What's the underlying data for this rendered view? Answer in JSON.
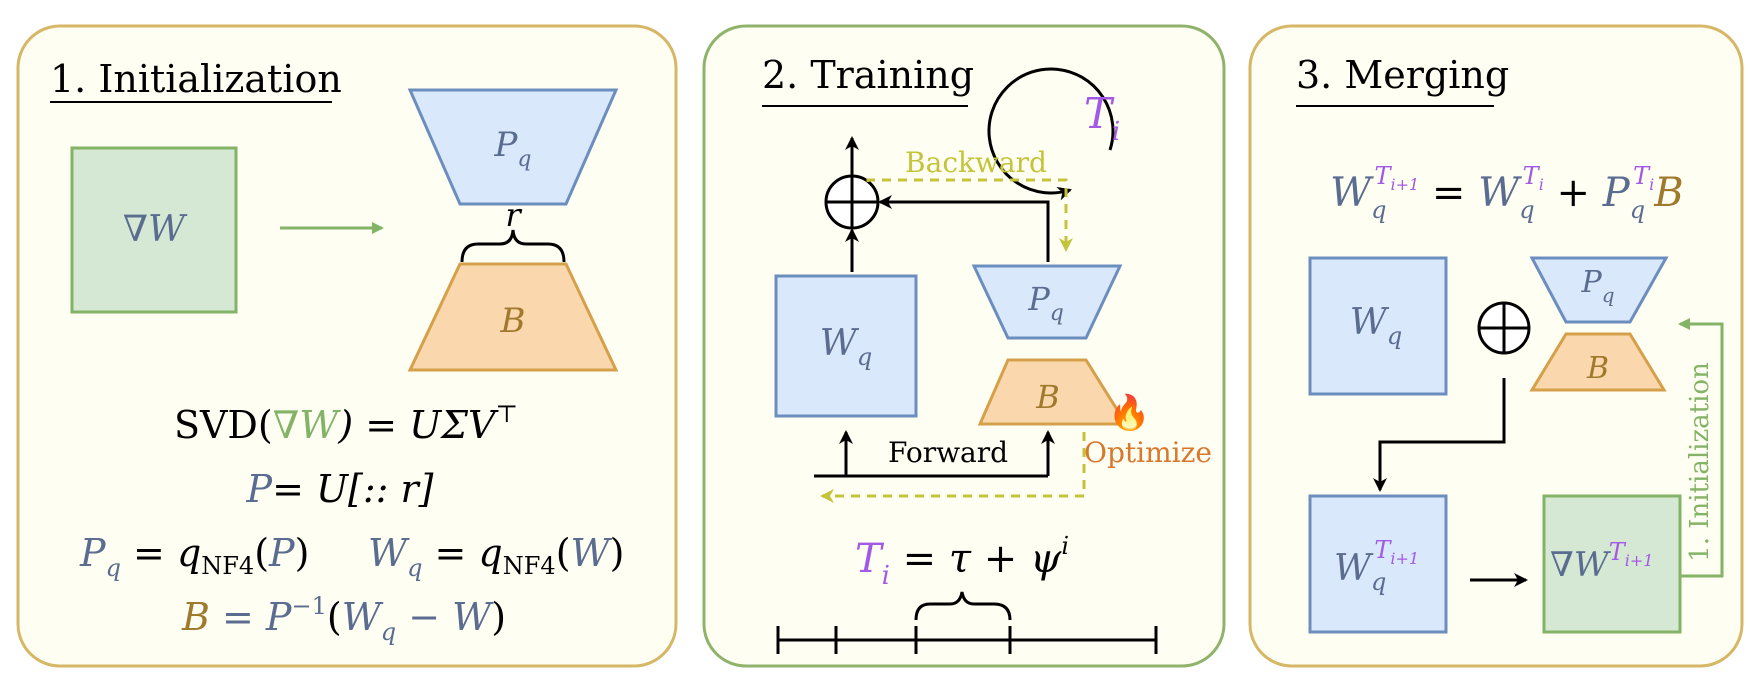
{
  "colors": {
    "panel_bg": "#fffef3",
    "panel1_border": "#d6b766",
    "panel2_border": "#8fb36a",
    "panel3_border": "#d6b766",
    "green_fill": "#d5e8d4",
    "green_stroke": "#82b366",
    "blue_fill": "#dae8fc",
    "blue_stroke": "#6c8ebf",
    "orange_fill": "#fad7ac",
    "orange_stroke": "#d6a04a",
    "purple": "#a259e6",
    "slate": "#5a6c8f",
    "brown": "#a07a2c",
    "olive": "#c4c43c",
    "orange_text": "#d9772c"
  },
  "panels": {
    "init": {
      "title": "1. Initialization",
      "grad_label": "∇W",
      "pq_label": "P",
      "pq_sub": "q",
      "rank_label": "r",
      "b_label": "B",
      "svd_prefix": "SVD(",
      "svd_grad": "∇W",
      "svd_suffix": ") = UΣV",
      "svd_sup": "⊤",
      "p_lhs": "P",
      "p_rhs": "= U[:: r]",
      "pq_eq_lhs": "P",
      "pq_eq_sub": "q",
      "pq_eq_mid": " = q",
      "pq_eq_nf4": "NF4",
      "pq_eq_open": "(",
      "pq_eq_arg": "P",
      "pq_eq_close": ")",
      "wq_eq_lhs": "W",
      "wq_eq_sub": "q",
      "wq_eq_mid": " = q",
      "wq_eq_nf4": "NF4",
      "wq_eq_open": "(",
      "wq_eq_arg": "W",
      "wq_eq_close": ")",
      "b_eq_lhs": "B",
      "b_eq_mid": " = P",
      "b_eq_sup": "−1",
      "b_eq_open": "(",
      "b_eq_w": "W",
      "b_eq_wsub": "q",
      "b_eq_minus": " − W",
      "b_eq_close": ")"
    },
    "train": {
      "title": "2. Training",
      "ti_label": "T",
      "ti_sub": "i",
      "backward_label": "Backward",
      "forward_label": "Forward",
      "optimize_label": "Optimize",
      "wq_label": "W",
      "wq_sub": "q",
      "pq_label": "P",
      "pq_sub": "q",
      "b_label": "B",
      "flame": "🔥",
      "sched_t": "T",
      "sched_tsub": "i",
      "sched_rhs": " = τ + ψ",
      "sched_sup": "i"
    },
    "merge": {
      "title": "3. Merging",
      "eq_w1": "W",
      "eq_w1_sub": "q",
      "eq_w1_sup_t": "T",
      "eq_w1_sup_sub": "i+1",
      "eq_equals": " = ",
      "eq_w2": "W",
      "eq_w2_sub": "q",
      "eq_w2_sup_t": "T",
      "eq_w2_sup_sub": "i",
      "eq_plus": " + ",
      "eq_p": "P",
      "eq_p_sub": "q",
      "eq_p_sup_t": "T",
      "eq_p_sup_sub": "i",
      "eq_b": "B",
      "wq_label": "W",
      "wq_sub": "q",
      "pq_label": "P",
      "pq_sub": "q",
      "b_label": "B",
      "wnew_label": "W",
      "wnew_sub": "q",
      "wnew_sup_t": "T",
      "wnew_sup_sub": "i+1",
      "gnew_label": "∇W",
      "gnew_sup_t": "T",
      "gnew_sup_sub": "i+1",
      "reinit_label": "1. Initialization"
    }
  }
}
